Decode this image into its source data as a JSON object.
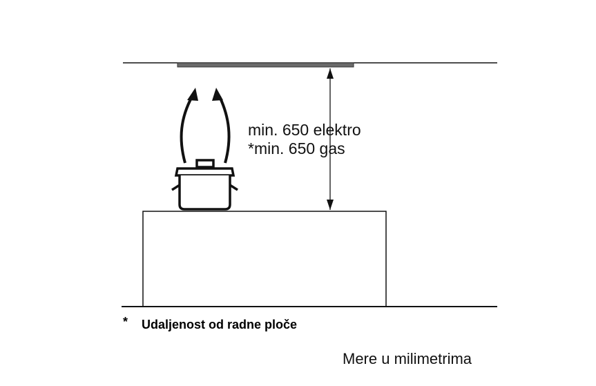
{
  "dimension": {
    "electric": "min. 650 elektro",
    "gas": "*min. 650 gas"
  },
  "footnote": {
    "marker": "*",
    "text": "Udaljenost od radne ploče"
  },
  "units_note": "Mere u milimetrima",
  "colors": {
    "line": "#111111",
    "hood_panel": "#6b6b6b"
  }
}
